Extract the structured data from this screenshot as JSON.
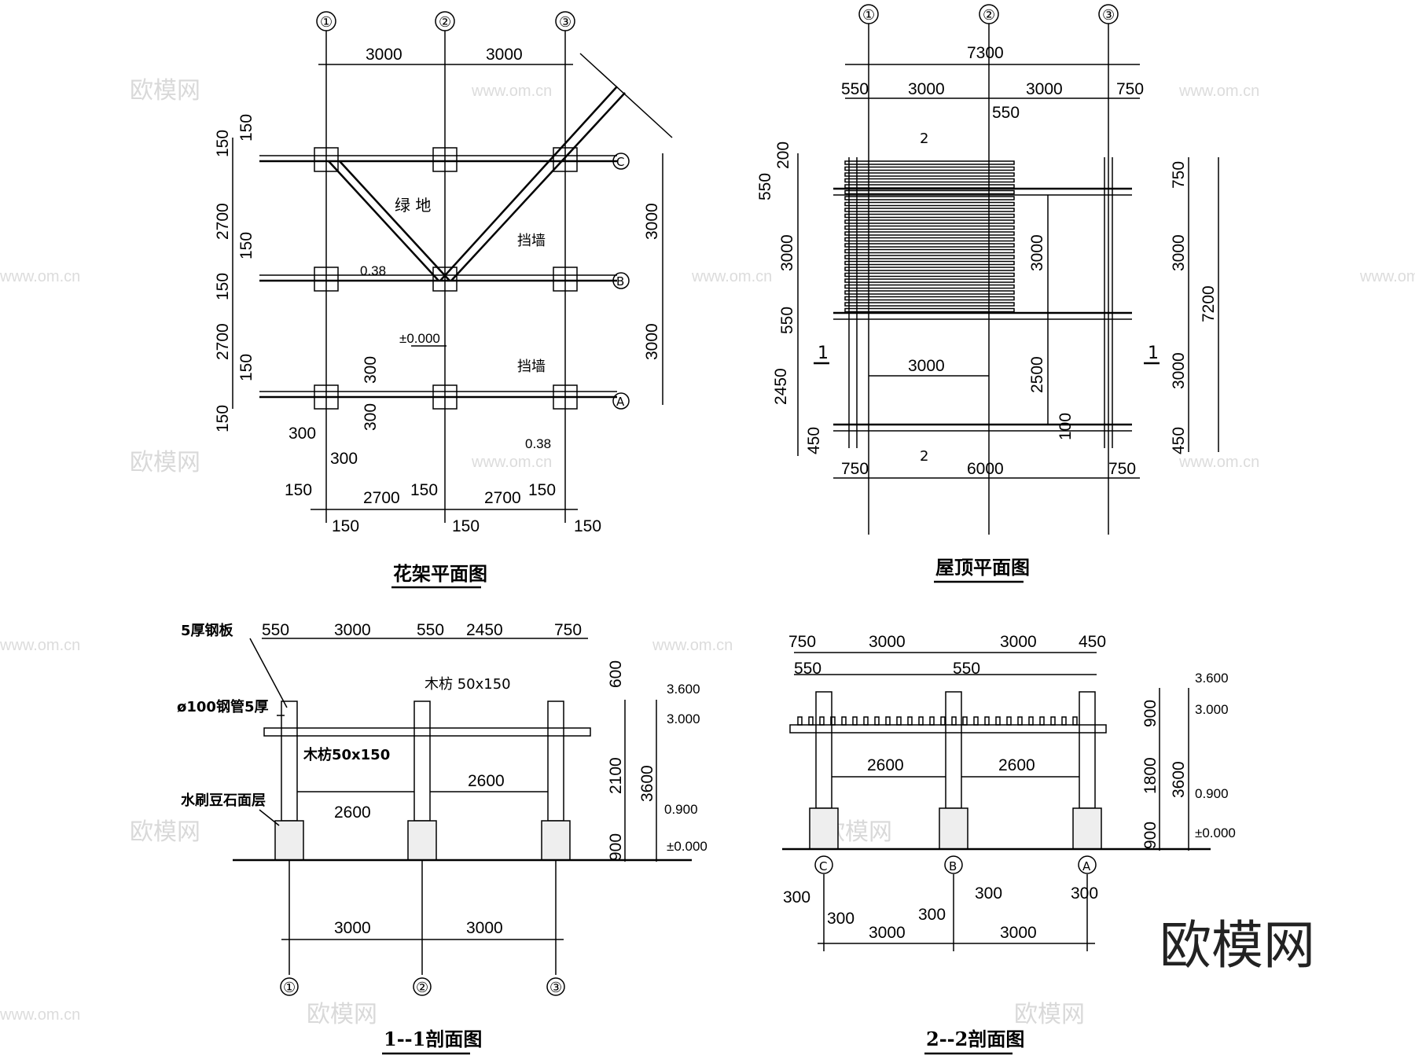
{
  "watermark": {
    "text": "欧模网",
    "site": "www.om.cn",
    "brand_large": "欧模网"
  },
  "drawings": {
    "trellis_plan": {
      "title": "花架平面图",
      "grid_top": [
        "①",
        "②",
        "③"
      ],
      "grid_right": [
        "C",
        "B",
        "A"
      ],
      "top_dims": [
        "3000",
        "3000"
      ],
      "left_dims": [
        "150",
        "150",
        "2700",
        "150",
        "150",
        "2700",
        "150",
        "150"
      ],
      "right_dims": [
        "3000",
        "3000"
      ],
      "bottom_dims": [
        "150",
        "2700",
        "150",
        "2700",
        "150"
      ],
      "bottom_dims2": [
        "150",
        "150",
        "150"
      ],
      "small_dims": [
        "300",
        "300",
        "300",
        "300"
      ],
      "labels": {
        "green": "绿    地",
        "wall": "挡墙",
        "wall2": "挡墙",
        "elev1": "0.38",
        "elev2": "0.38",
        "zero": "±0.000"
      }
    },
    "roof_plan": {
      "title": "屋顶平面图",
      "grid_top": [
        "①",
        "②",
        "③"
      ],
      "top_dims": [
        "7300",
        "550",
        "3000",
        "3000",
        "750",
        "550"
      ],
      "left_dims": [
        "200",
        "550",
        "3000",
        "550",
        "2450",
        "450"
      ],
      "inner_dims": [
        "3000",
        "2500",
        "100",
        "3000"
      ],
      "right_dims": [
        "750",
        "3000",
        "3000",
        "7200",
        "450"
      ],
      "bottom_dims": [
        "750",
        "6000",
        "750"
      ],
      "section_marks": [
        "2",
        "2",
        "1",
        "1"
      ]
    },
    "section_1": {
      "title": "1--1剖面图",
      "grid_bottom": [
        "①",
        "②",
        "③"
      ],
      "top_dims": [
        "550",
        "3000",
        "550",
        "2450",
        "750"
      ],
      "bottom_dims": [
        "3000",
        "3000"
      ],
      "inner_dims": [
        "2600",
        "2600"
      ],
      "height_dims": [
        "600",
        "2100",
        "900",
        "3600"
      ],
      "elevations": [
        "3.600",
        "3.000",
        "0.900",
        "±0.000"
      ],
      "labels": [
        "5厚钢板",
        "ø100钢管5厚",
        "木枋 50x150",
        "木枋50x150",
        "水刷豆石面层"
      ]
    },
    "section_2": {
      "title": "2--2剖面图",
      "grid_bottom": [
        "C",
        "B",
        "A"
      ],
      "top_dims": [
        "750",
        "3000",
        "3000",
        "450",
        "550",
        "550"
      ],
      "bottom_dims": [
        "3000",
        "3000"
      ],
      "small_dims": [
        "300",
        "300",
        "300",
        "300",
        "300"
      ],
      "inner_dims": [
        "2600",
        "2600"
      ],
      "height_dims": [
        "900",
        "1800",
        "900",
        "3600"
      ],
      "elevations": [
        "3.600",
        "3.000",
        "0.900",
        "±0.000"
      ]
    }
  }
}
